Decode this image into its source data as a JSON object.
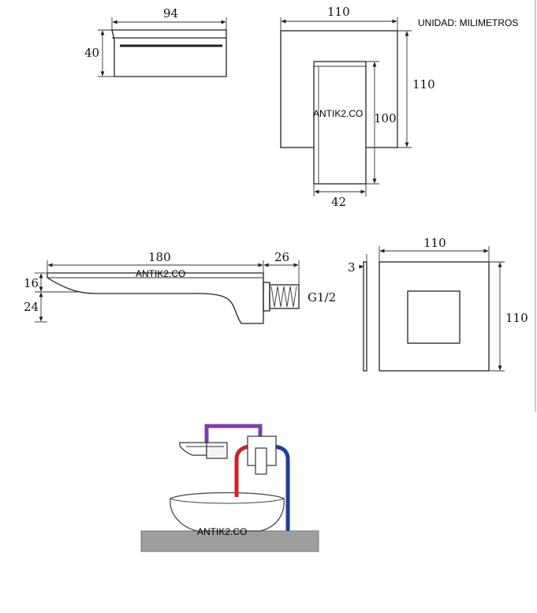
{
  "unit_label": "UNIDAD: MILIMETROS",
  "watermark": "ANTIK2.CO",
  "top_view": {
    "width": "94",
    "height": "40"
  },
  "front_view": {
    "width": "110",
    "height": "110",
    "lever_height": "100",
    "lever_width": "42"
  },
  "side_view": {
    "length": "180",
    "thread_length": "26",
    "tip_height": "16",
    "drop_height": "24",
    "thread": "G1/2"
  },
  "plate_view": {
    "width": "110",
    "height": "110",
    "thickness": "3"
  },
  "install": {
    "colors": {
      "hot": "#d0202a",
      "cold": "#1c3fa0",
      "spout": "#7b3fa8",
      "counter": "#9e9e9e"
    }
  }
}
